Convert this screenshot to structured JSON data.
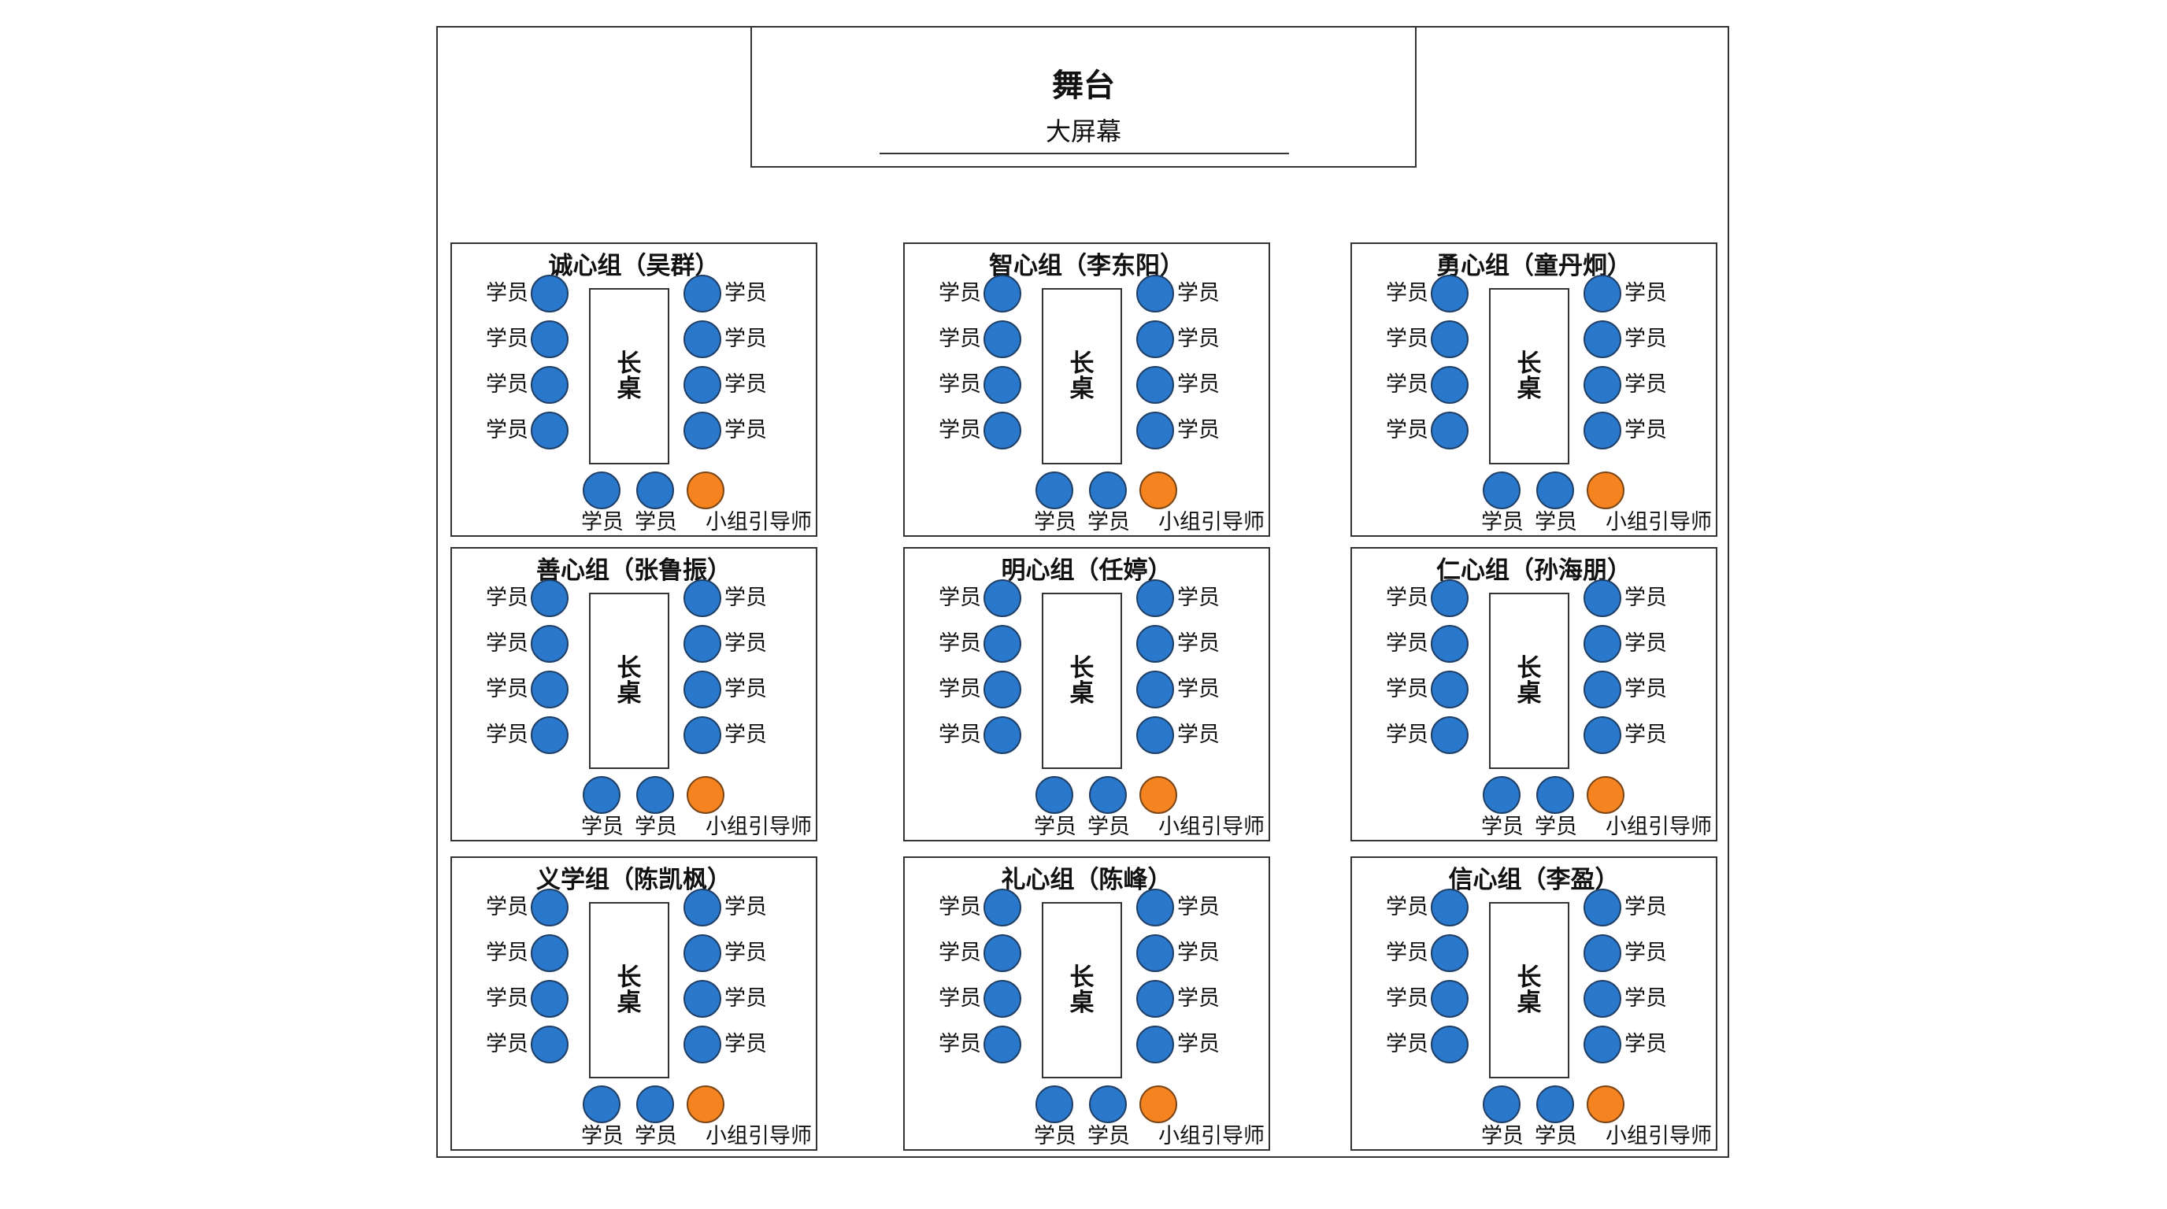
{
  "stage": {
    "title": "舞台",
    "screen": "大屏幕"
  },
  "colors": {
    "student": "#2a78cb",
    "mentor": "#f5831f",
    "line": "#333333"
  },
  "icons": {
    "student": "blue-circle-seat",
    "mentor": "orange-circle-seat"
  },
  "labels": {
    "table": "长桌",
    "student": "学员",
    "mentor": "小组引导师"
  },
  "groups": [
    {
      "title": "诚心组（吴群）"
    },
    {
      "title": "智心组（李东阳）"
    },
    {
      "title": "勇心组（童丹炯）"
    },
    {
      "title": "善心组（张鲁振）"
    },
    {
      "title": "明心组（任婷）"
    },
    {
      "title": "仁心组（孙海朋）"
    },
    {
      "title": "义学组（陈凯枫）"
    },
    {
      "title": "礼心组（陈峰）"
    },
    {
      "title": "信心组（李盈）"
    }
  ]
}
